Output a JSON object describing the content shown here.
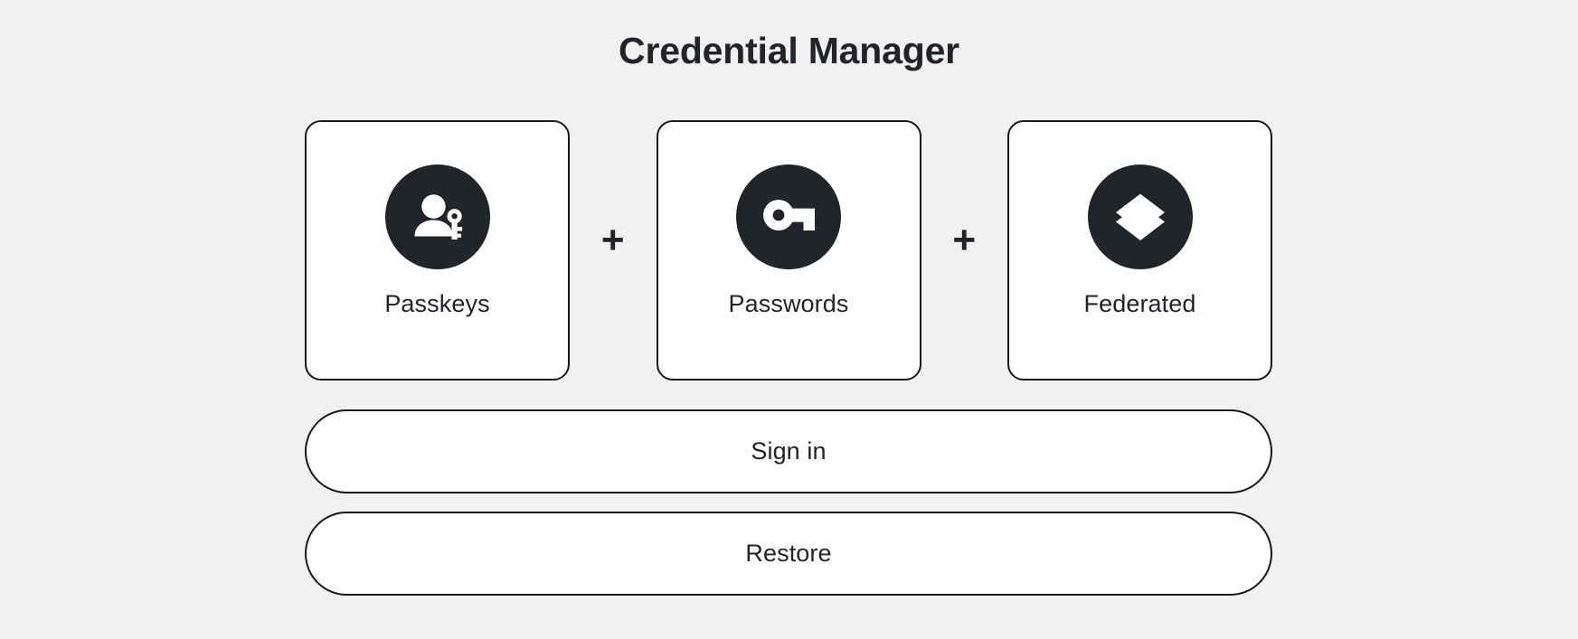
{
  "page": {
    "title": "Credential Manager",
    "background_color": "#f1f1f1",
    "ink_color": "#212429",
    "surface_color": "#ffffff"
  },
  "credential_types": [
    {
      "label": "Passkeys",
      "icon": "person-key-icon"
    },
    {
      "label": "Passwords",
      "icon": "vpn-key-icon"
    },
    {
      "label": "Federated",
      "icon": "layers-icon"
    }
  ],
  "separators": [
    {
      "symbol": "+"
    },
    {
      "symbol": "+"
    }
  ],
  "actions": [
    {
      "label": "Sign in"
    },
    {
      "label": "Restore"
    }
  ]
}
